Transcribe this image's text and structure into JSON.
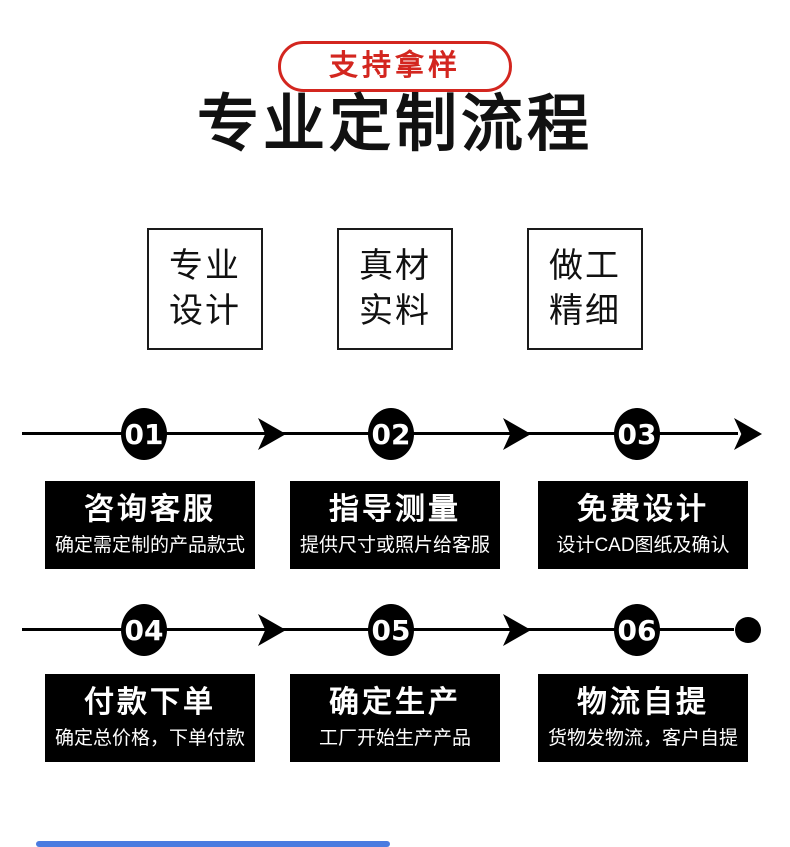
{
  "badge": {
    "label": "支持拿样"
  },
  "title": "专业定制流程",
  "features": [
    {
      "line1": "专业",
      "line2": "设计"
    },
    {
      "line1": "真材",
      "line2": "实料"
    },
    {
      "line1": "做工",
      "line2": "精细"
    }
  ],
  "process": {
    "rows": [
      {
        "steps": [
          {
            "number": "01",
            "title": "咨询客服",
            "desc": "确定需定制的产品款式"
          },
          {
            "number": "02",
            "title": "指导测量",
            "desc": "提供尺寸或照片给客服"
          },
          {
            "number": "03",
            "title": "免费设计",
            "desc": "设计CAD图纸及确认"
          }
        ],
        "end_marker": "arrow"
      },
      {
        "steps": [
          {
            "number": "04",
            "title": "付款下单",
            "desc": "确定总价格，下单付款"
          },
          {
            "number": "05",
            "title": "确定生产",
            "desc": "工厂开始生产产品"
          },
          {
            "number": "06",
            "title": "物流自提",
            "desc": "货物发物流，客户自提"
          }
        ],
        "end_marker": "dot"
      }
    ]
  },
  "colors": {
    "accent_red": "#d3261f",
    "step_black": "#000000",
    "scrollbar_blue": "#4a7be0"
  }
}
